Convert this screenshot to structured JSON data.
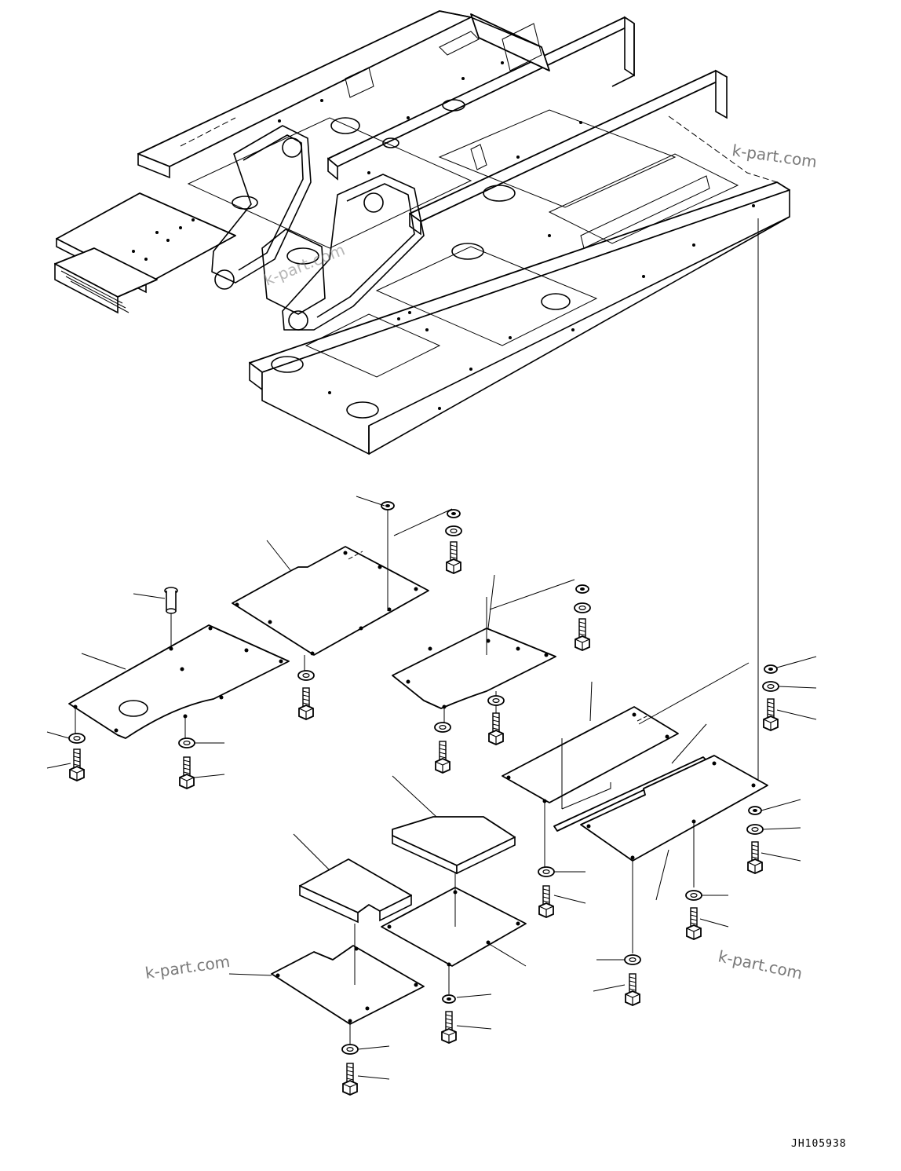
{
  "watermarks": [
    "k-part.com",
    "k-part.com",
    "k-part.com",
    "k-part.com"
  ],
  "drawing_number": "JH105938"
}
